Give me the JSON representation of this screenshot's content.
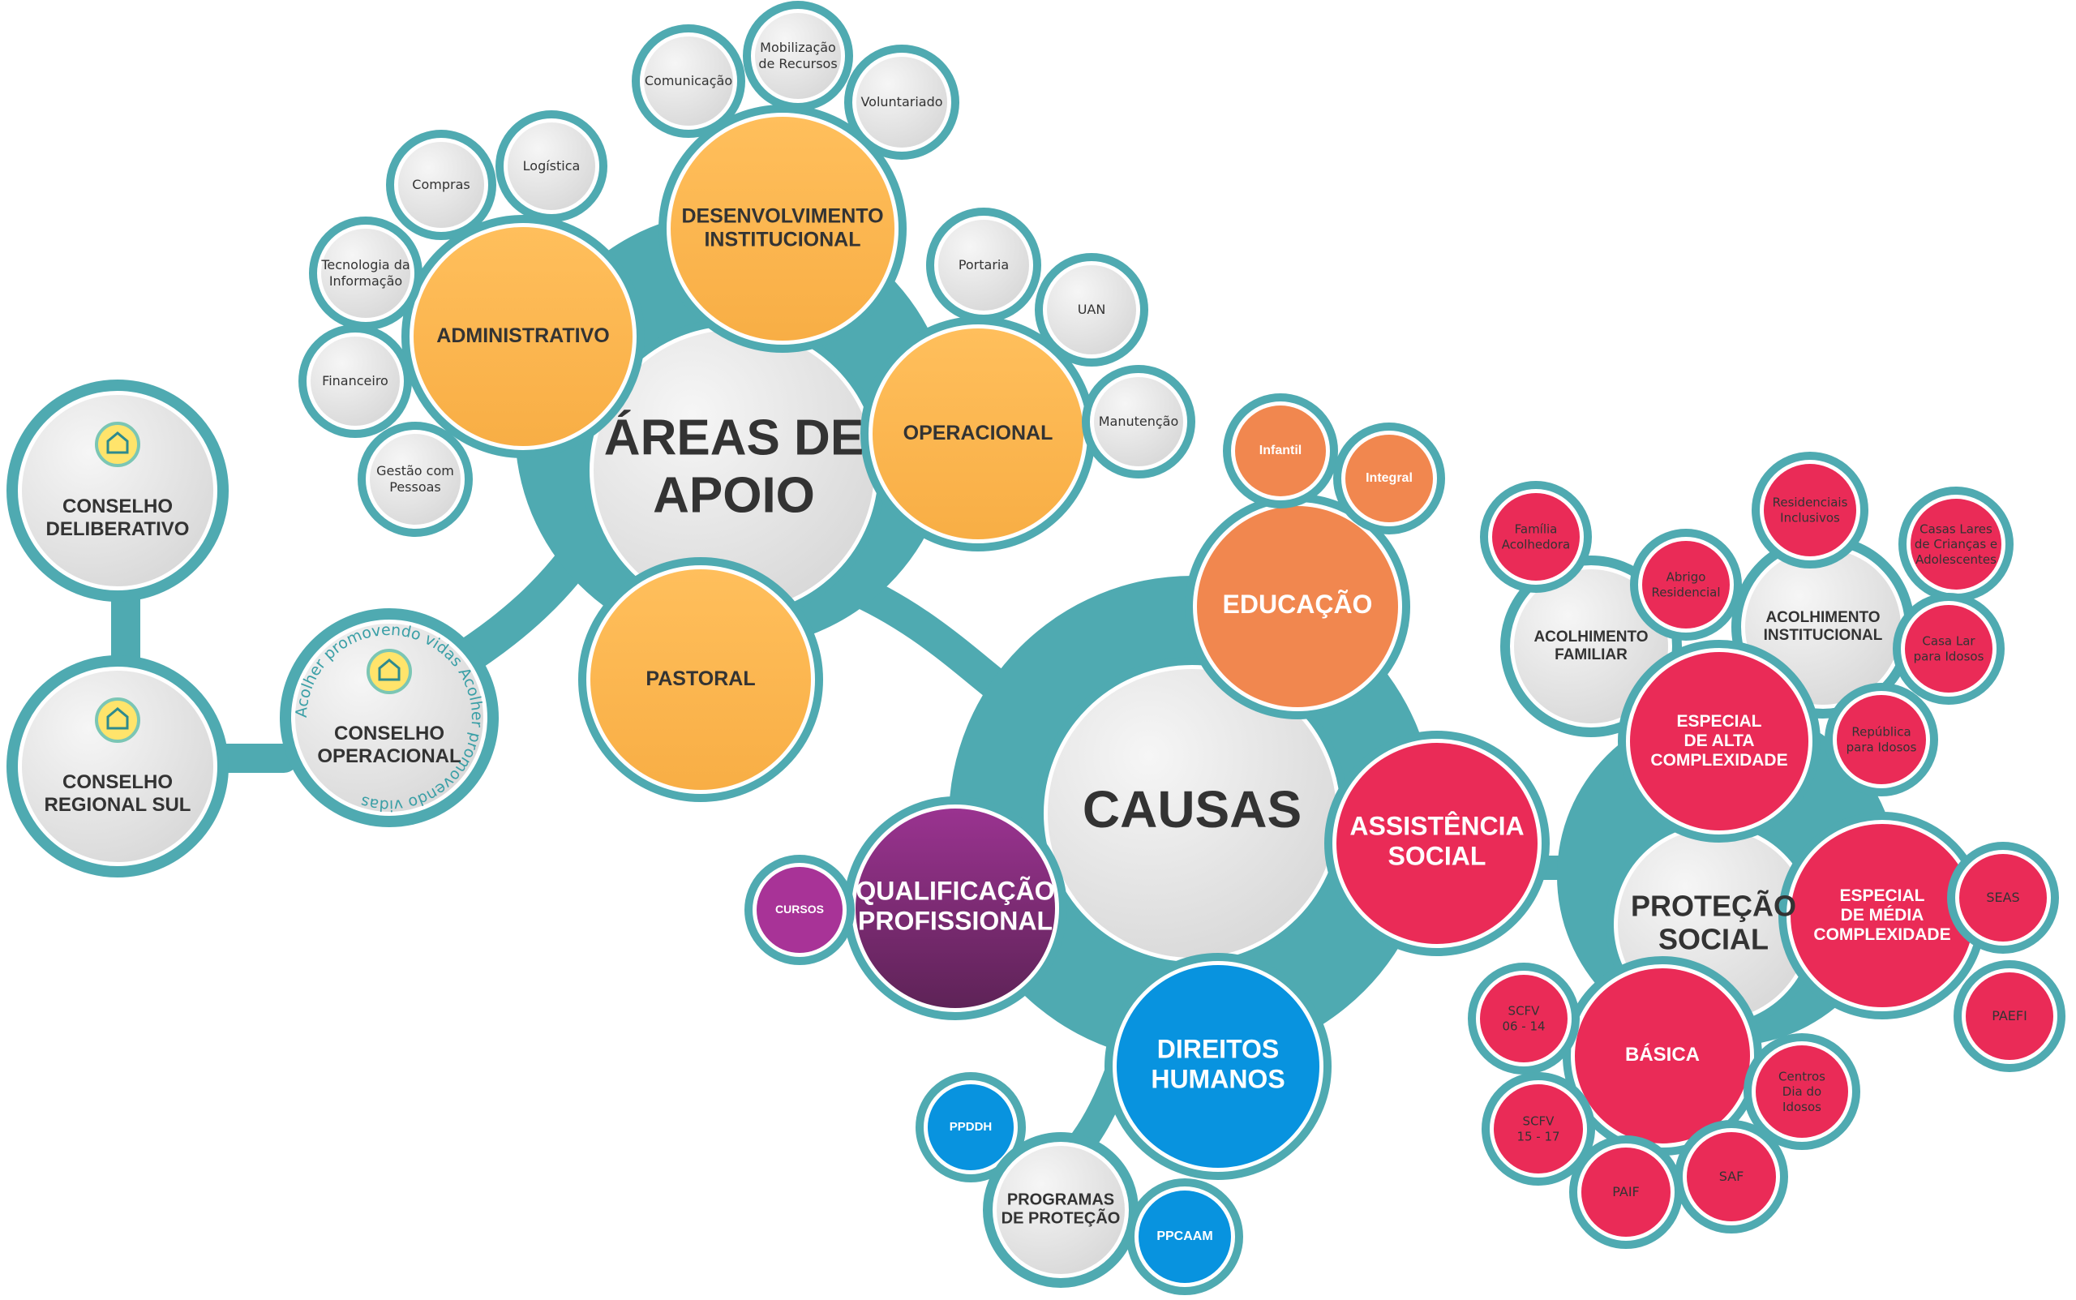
{
  "colors": {
    "frame": "#4faab1",
    "orange": "#fbb854",
    "orange_dark": "#f1874f",
    "red": "#ea2b57",
    "blue": "#0893df",
    "purple": "#7a2b74",
    "purple_light": "#a83397",
    "grey_fill": "#e9e9e9",
    "dark_text": "#333333",
    "light_text": "#ffffff"
  },
  "nodes": {
    "areas_apoio": "ÁREAS DE\nAPOIO",
    "administrativo": "ADMINISTRATIVO",
    "desenvolvimento": "DESENVOLVIMENTO\nINSTITUCIONAL",
    "operacional": "OPERACIONAL",
    "pastoral": "PASTORAL",
    "comunicacao": "Comunicação",
    "mobilizacao": "Mobilização\nde Recursos",
    "voluntariado": "Voluntariado",
    "logistica": "Logística",
    "compras": "Compras",
    "tecnologia": "Tecnologia da\nInformação",
    "financeiro": "Financeiro",
    "gestao": "Gestão com\nPessoas",
    "portaria": "Portaria",
    "uan": "UAN",
    "manutencao": "Manutenção",
    "conselho_deliberativo": "CONSELHO\nDELIBERATIVO",
    "conselho_regional": "CONSELHO\nREGIONAL SUL",
    "conselho_operacional": "CONSELHO\nOPERACIONAL",
    "ring_text": "Acolher promovendo vidas",
    "causas": "CAUSAS",
    "educacao": "EDUCAÇÃO",
    "infantil": "Infantil",
    "integral": "Integral",
    "assistencia": "ASSISTÊNCIA\nSOCIAL",
    "qualificacao": "QUALIFICAÇÃO\nPROFISSIONAL",
    "cursos": "CURSOS",
    "direitos": "DIREITOS\nHUMANOS",
    "ppddh": "PPDDH",
    "programas": "PROGRAMAS\nDE PROTEÇÃO",
    "ppcaam": "PPCAAM",
    "protecao": "PROTEÇÃO\nSOCIAL",
    "acolhimento_familiar": "ACOLHIMENTO\nFAMILIAR",
    "familia_acolhedora": "Família\nAcolhedora",
    "acolhimento_institucional": "ACOLHIMENTO\nINSTITUCIONAL",
    "residenciais": "Residenciais\nInclusivos",
    "casas_lares": "Casas Lares\nde Crianças e\nAdolescentes",
    "abrigo": "Abrigo\nResidencial",
    "casa_lar_idosos": "Casa Lar\npara Idosos",
    "republica": "República\npara Idosos",
    "especial_alta": "ESPECIAL\nDE ALTA\nCOMPLEXIDADE",
    "especial_media": "ESPECIAL\nDE MÉDIA\nCOMPLEXIDADE",
    "seas": "SEAS",
    "paefi": "PAEFI",
    "basica": "BÁSICA",
    "scfv_0614": "SCFV\n06 - 14",
    "scfv_1517": "SCFV\n15 - 17",
    "centros_dia": "Centros\nDia do\nIdosos",
    "paif": "PAIF",
    "saf": "SAF"
  }
}
